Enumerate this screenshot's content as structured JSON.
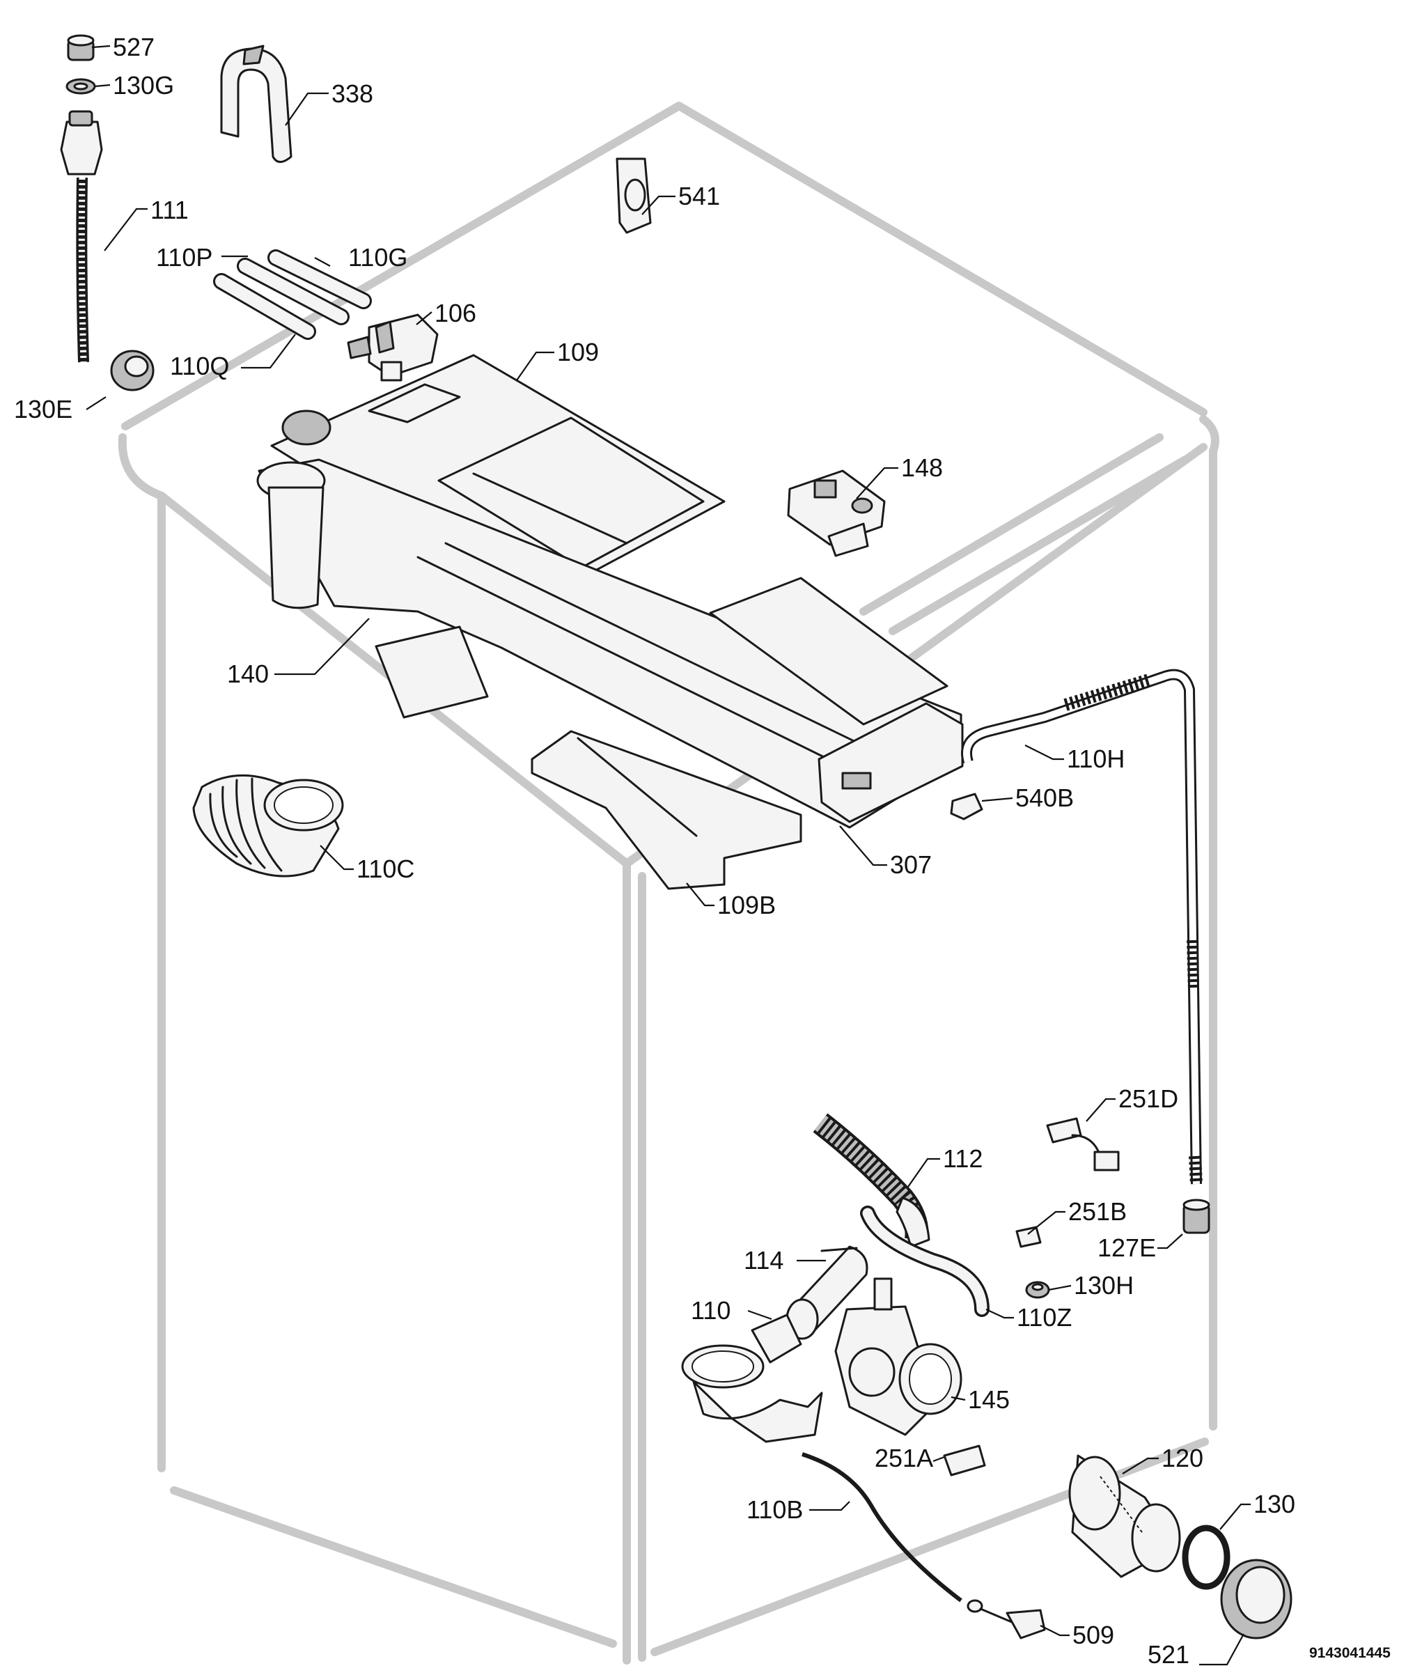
{
  "drawing_number": "9143041445",
  "labels": [
    {
      "id": "527",
      "text": "527"
    },
    {
      "id": "130G",
      "text": "130G"
    },
    {
      "id": "338",
      "text": "338"
    },
    {
      "id": "111",
      "text": "111"
    },
    {
      "id": "110P",
      "text": "110P"
    },
    {
      "id": "110G",
      "text": "110G"
    },
    {
      "id": "106",
      "text": "106"
    },
    {
      "id": "110Q",
      "text": "110Q"
    },
    {
      "id": "109",
      "text": "109"
    },
    {
      "id": "130E",
      "text": "130E"
    },
    {
      "id": "541",
      "text": "541"
    },
    {
      "id": "148",
      "text": "148"
    },
    {
      "id": "140",
      "text": "140"
    },
    {
      "id": "110H",
      "text": "110H"
    },
    {
      "id": "540B",
      "text": "540B"
    },
    {
      "id": "110C",
      "text": "110C"
    },
    {
      "id": "307",
      "text": "307"
    },
    {
      "id": "109B",
      "text": "109B"
    },
    {
      "id": "251D",
      "text": "251D"
    },
    {
      "id": "112",
      "text": "112"
    },
    {
      "id": "251B",
      "text": "251B"
    },
    {
      "id": "127E",
      "text": "127E"
    },
    {
      "id": "114",
      "text": "114"
    },
    {
      "id": "130H",
      "text": "130H"
    },
    {
      "id": "110",
      "text": "110"
    },
    {
      "id": "110Z",
      "text": "110Z"
    },
    {
      "id": "145",
      "text": "145"
    },
    {
      "id": "251A",
      "text": "251A"
    },
    {
      "id": "120",
      "text": "120"
    },
    {
      "id": "110B",
      "text": "110B"
    },
    {
      "id": "130",
      "text": "130"
    },
    {
      "id": "509",
      "text": "509"
    },
    {
      "id": "521",
      "text": "521"
    }
  ]
}
